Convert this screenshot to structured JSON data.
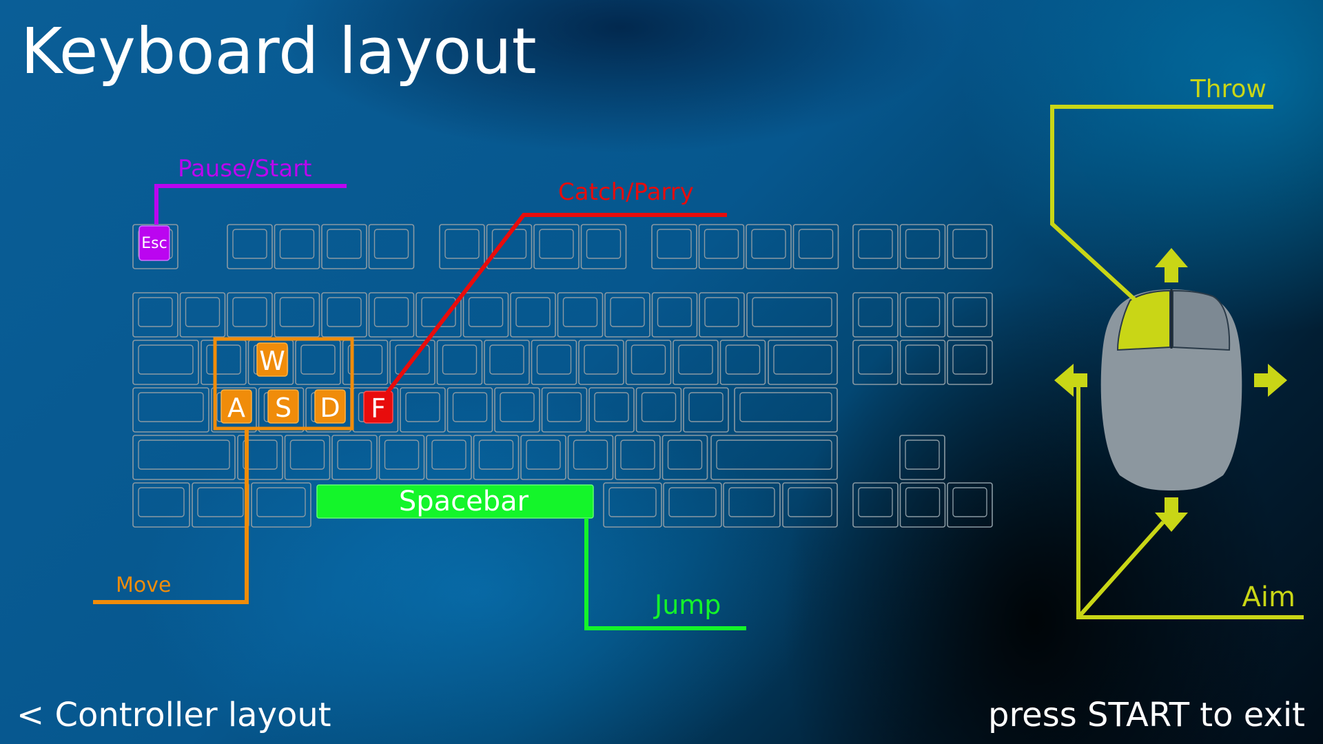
{
  "screen": {
    "title": "Keyboard layout",
    "back_label": "< Controller layout",
    "exit_hint": "press START to exit"
  },
  "keys": {
    "esc": "Esc",
    "w": "W",
    "a": "A",
    "s": "S",
    "d": "D",
    "f": "F",
    "space": "Spacebar"
  },
  "bindings": {
    "pause": "Pause/Start",
    "catch": "Catch/Parry",
    "move": "Move",
    "jump": "Jump",
    "throw": "Throw",
    "aim": "Aim"
  },
  "colors": {
    "pause": "#bb05f0",
    "catch": "#e80c0c",
    "move": "#f08c0a",
    "jump": "#14f52a",
    "mouse": "#c9d616",
    "key_outline": "#8b9aa3"
  },
  "icons": {
    "keyboard": "keyboard-outline",
    "mouse": "mouse-icon",
    "arrows": [
      "arrow-up-icon",
      "arrow-left-icon",
      "arrow-right-icon",
      "arrow-down-icon"
    ]
  }
}
